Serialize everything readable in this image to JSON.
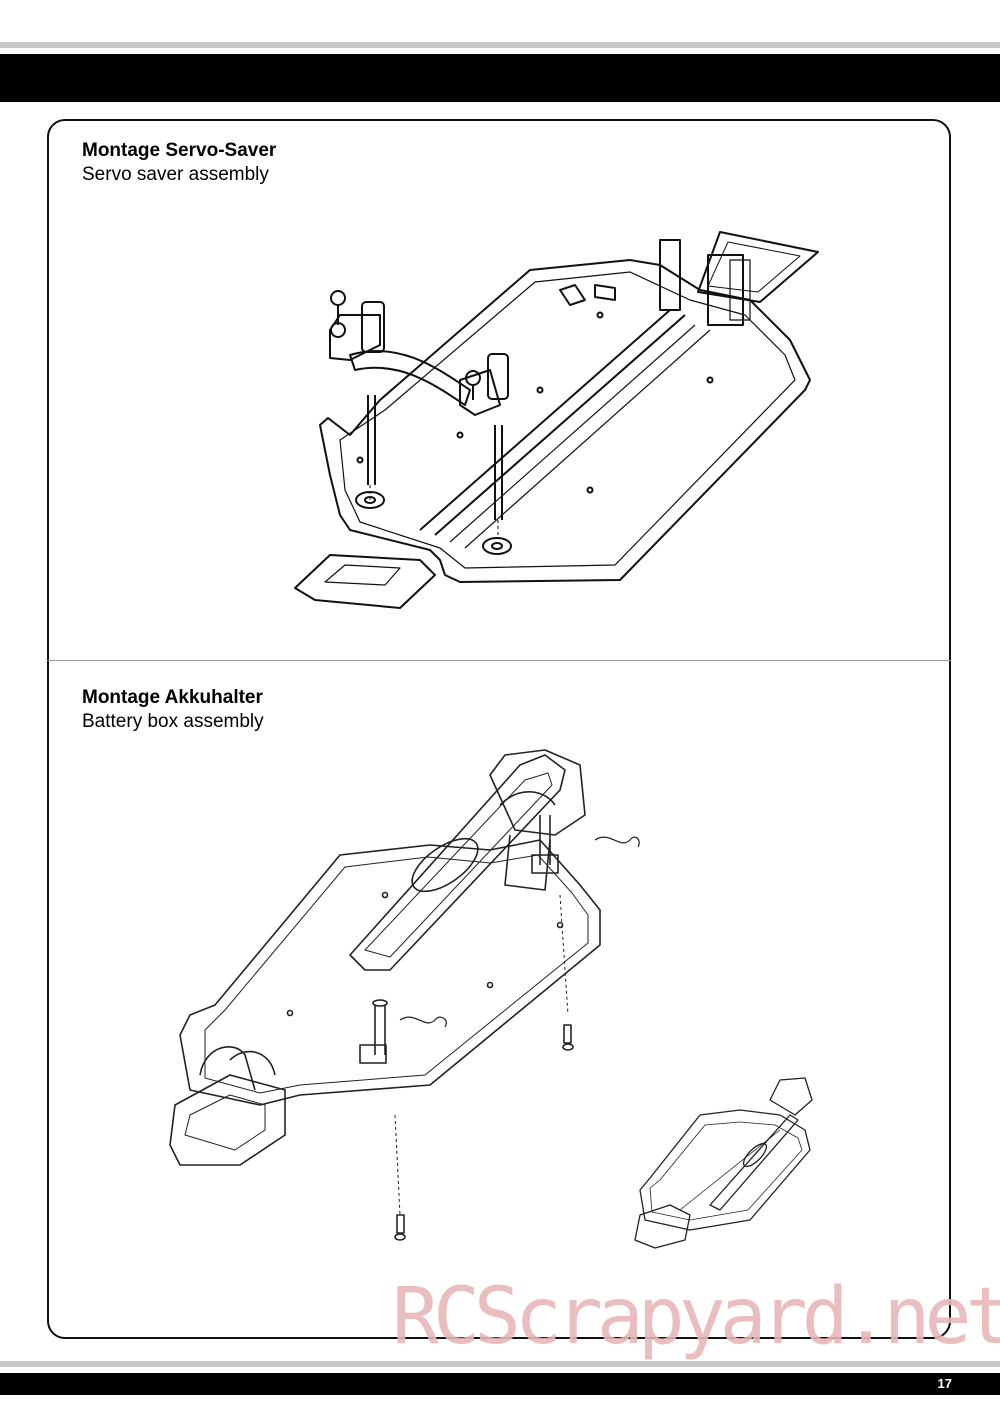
{
  "sections": [
    {
      "title_de": "Montage Servo-Saver",
      "title_en": "Servo saver assembly"
    },
    {
      "title_de": "Montage Akkuhalter",
      "title_en": "Battery box assembly"
    }
  ],
  "watermark": "RCScrapyard.net",
  "page_number": "17"
}
